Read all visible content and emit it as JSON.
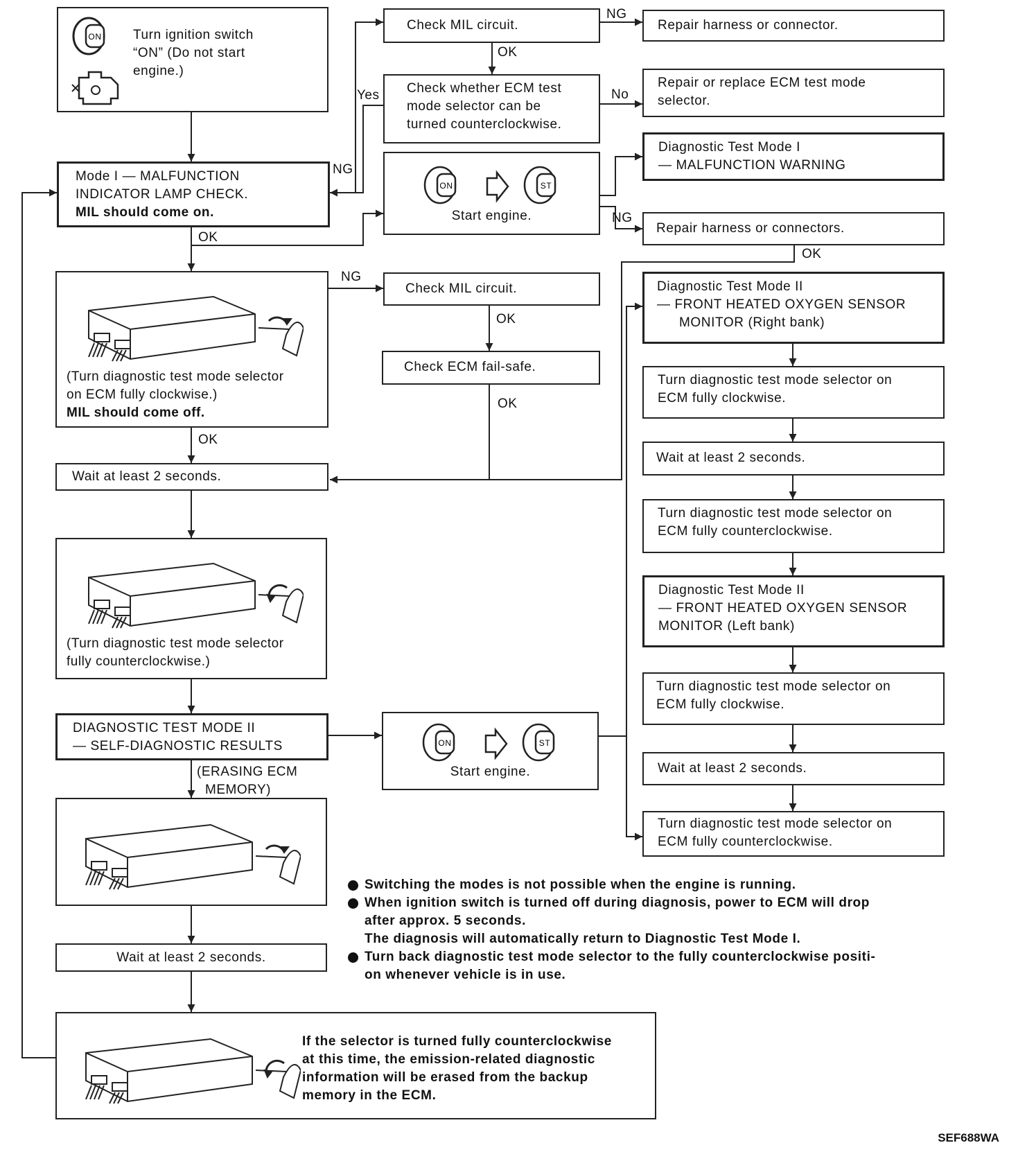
{
  "boxes": {
    "b1": [
      "Turn ignition switch",
      "“ON” (Do not start",
      "engine.)"
    ],
    "b2": [
      "Mode I — MALFUNCTION",
      "INDICATOR LAMP CHECK.",
      "MIL should come on."
    ],
    "b3": [
      "(Turn diagnostic test mode selector",
      "on ECM fully clockwise.)",
      "MIL should come off."
    ],
    "b4": [
      "Wait at least 2 seconds."
    ],
    "b5": [
      "(Turn diagnostic test mode selector",
      "fully counterclockwise.)"
    ],
    "b6": [
      "DIAGNOSTIC TEST MODE II",
      "— SELF-DIAGNOSTIC RESULTS"
    ],
    "b7": [
      "Wait at least 2 seconds."
    ],
    "b8": [
      "If the selector is turned fully counterclockwise",
      "at this time, the emission-related diagnostic",
      "information will be erased from the backup",
      "memory in the ECM."
    ],
    "c1": [
      "Check MIL circuit."
    ],
    "c2": [
      "Check whether ECM test",
      "mode selector can be",
      "turned counterclockwise."
    ],
    "c3": [
      "Start engine."
    ],
    "c4": [
      "Check MIL circuit."
    ],
    "c5": [
      "Check ECM fail-safe."
    ],
    "c6": [
      "Start engine."
    ],
    "r1": [
      "Repair harness or connector."
    ],
    "r2": [
      "Repair or replace ECM test mode",
      "selector."
    ],
    "r3": [
      "Diagnostic Test Mode I",
      "— MALFUNCTION WARNING"
    ],
    "r4": [
      "Repair harness or connectors."
    ],
    "r5": [
      "Diagnostic Test Mode II",
      "— FRONT HEATED OXYGEN SENSOR",
      "MONITOR (Right bank)"
    ],
    "r6": [
      "Turn diagnostic test mode selector on",
      "ECM fully clockwise."
    ],
    "r7": [
      "Wait at least 2 seconds."
    ],
    "r8": [
      "Turn diagnostic test mode selector on",
      "ECM fully counterclockwise."
    ],
    "r9": [
      "Diagnostic Test Mode II",
      "— FRONT HEATED OXYGEN SENSOR",
      "MONITOR (Left bank)"
    ],
    "r10": [
      "Turn diagnostic test mode selector on",
      "ECM fully clockwise."
    ],
    "r11": [
      "Wait at least 2 seconds."
    ],
    "r12": [
      "Turn diagnostic test mode selector on",
      "ECM fully counterclockwise."
    ]
  },
  "labels": {
    "ng_c1_r1": "NG",
    "ok_c1_c2": "OK",
    "yes_c2": "Yes",
    "no_c2_r2": "No",
    "ng_b2": "NG",
    "ok_b2": "OK",
    "ng_c3": "NG",
    "ok_r4": "OK",
    "ng_b3_c4": "NG",
    "ok_c4_c5": "OK",
    "ok_c5": "OK",
    "ok_b3": "OK",
    "erasing": [
      "(ERASING ECM",
      "MEMORY)"
    ]
  },
  "key_labels": {
    "on": "ON",
    "st": "ST"
  },
  "icons": [
    "ignition-key-on-icon",
    "engine-icon",
    "ecm-selector-clockwise-icon",
    "ecm-selector-counterclockwise-icon",
    "key-start-icon",
    "arrow-right-icon"
  ],
  "notes": [
    [
      "Switching the modes is not possible when the engine is running."
    ],
    [
      "When ignition switch is turned off during diagnosis, power to ECM will drop",
      "after approx. 5 seconds.",
      "The diagnosis will automatically return to Diagnostic Test Mode I."
    ],
    [
      "Turn back diagnostic test mode selector to the fully counterclockwise positi-",
      "on whenever vehicle is in use."
    ]
  ],
  "reference": "SEF688WA"
}
